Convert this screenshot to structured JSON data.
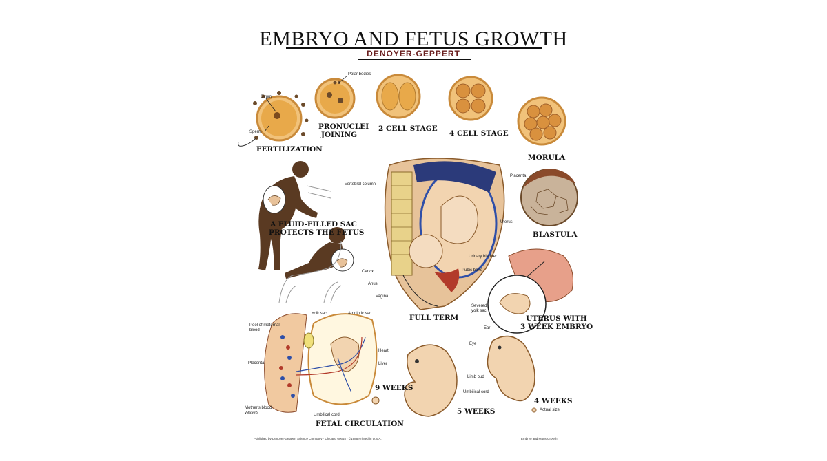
{
  "title": "EMBRYO AND FETUS GROWTH",
  "publisher": "DENOYER-GEPPERT",
  "stages": {
    "fertilization": "FERTILIZATION",
    "pronuclei": [
      "PRONUCLEI",
      "JOINING"
    ],
    "two_cell": "2 CELL STAGE",
    "four_cell": "4 CELL STAGE",
    "morula": "MORULA",
    "blastula": "BLASTULA",
    "fluid_sac": [
      "A FLUID-FILLED SAC",
      "PROTECTS THE FETUS"
    ],
    "full_term": "FULL TERM",
    "uterus_embryo": [
      "UTERUS WITH",
      "3 WEEK EMBRYO"
    ],
    "fetal_circulation": "FETAL CIRCULATION",
    "nine_weeks": "9  WEEKS",
    "five_weeks": "5  WEEKS",
    "four_weeks": "4  WEEKS"
  },
  "callouts": {
    "ovum": "Ovum",
    "sperm": "Sperm",
    "polar_bodies": "Polar bodies",
    "vertebral_column": "Vertebral column",
    "placenta_top": "Placenta",
    "uterus": "Uterus",
    "urinary_bladder": "Urinary bladder",
    "pubic_bone": "Pubic bone",
    "cervix": "Cervix",
    "anus": "Anus",
    "vagina": "Vagina",
    "severed_yolk_sac": [
      "Severed",
      "yolk sac"
    ],
    "yolk_sac": "Yolk sac",
    "amniotic_sac": "Amniotic sac",
    "pool_maternal_blood": [
      "Pool of maternal",
      "blood"
    ],
    "placenta": "Placenta",
    "heart": "Heart",
    "liver": "Liver",
    "mothers_blood_vessels": [
      "Mother's blood",
      "vessels"
    ],
    "umbilical_cord_left": "Umbilical cord",
    "ear": "Ear",
    "eye": "Eye",
    "limb_bud": "Limb bud",
    "umbilical_cord_right": "Umbilical cord",
    "actual_size": "Actual size"
  },
  "footer": {
    "left": "Published by Denoyer-Geppert Science Company · Chicago 60645 · ©1986 Printed in U.S.A.",
    "right": "Embryo and Fetus Growth"
  },
  "colors": {
    "cell_fill": "#e8a94a",
    "cell_ring": "#c98a3a",
    "silhouette": "#5a3a22",
    "tissue": "#e7c39a",
    "blood_blue": "#2f4fa8",
    "blood_red": "#b23a2a"
  }
}
